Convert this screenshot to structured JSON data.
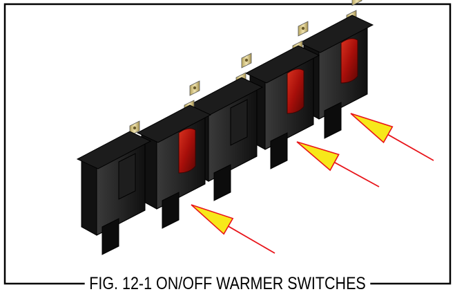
{
  "figure": {
    "caption": "FIG. 12-1 ON/OFF WARMER SWITCHES"
  },
  "switches": [
    {
      "id": 1,
      "has_rocker": false
    },
    {
      "id": 2,
      "has_rocker": true,
      "rocker_color": "#b3140c",
      "indicated": true
    },
    {
      "id": 3,
      "has_rocker": false
    },
    {
      "id": 4,
      "has_rocker": true,
      "rocker_color": "#b3140c",
      "indicated": true
    },
    {
      "id": 5,
      "has_rocker": true,
      "rocker_color": "#b3140c",
      "indicated": true
    }
  ],
  "colors": {
    "body": "#111111",
    "body_face": "#2a2a2a",
    "terminal": "#d9c98a",
    "rocker": "#b3140c",
    "arrow_line": "#e8141a",
    "arrowhead": "#f7e81a"
  },
  "icons": [
    "rocker-switch-icon",
    "callout-arrow-icon"
  ]
}
